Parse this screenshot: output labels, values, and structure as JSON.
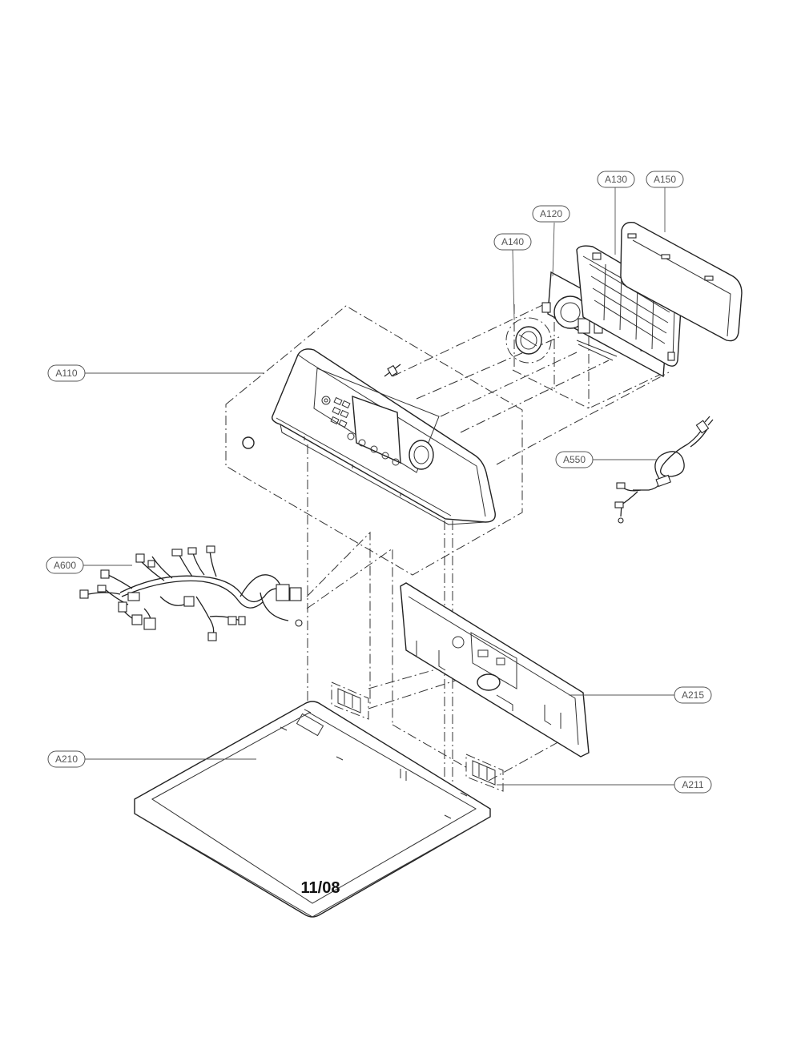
{
  "callouts": {
    "a110": "A110",
    "a120": "A120",
    "a130": "A130",
    "a140": "A140",
    "a150": "A150",
    "a210": "A210",
    "a211": "A211",
    "a215": "A215",
    "a550": "A550",
    "a600": "A600"
  },
  "page_number": "11/08",
  "colors": {
    "line": "#222222",
    "callout": "#555555",
    "background": "#ffffff"
  }
}
